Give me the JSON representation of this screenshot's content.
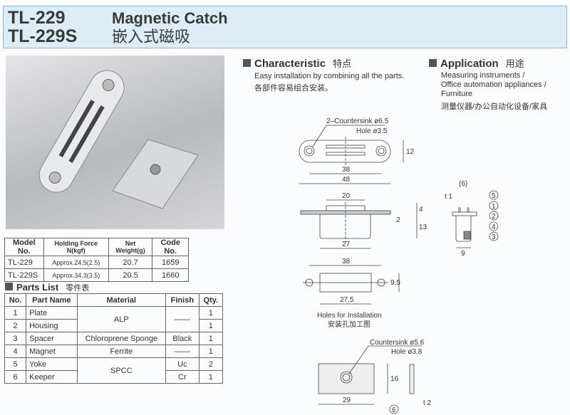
{
  "header": {
    "model1": "TL-229",
    "model2": "TL-229S",
    "title_en": "Magnetic Catch",
    "title_cn": "嵌入式磁吸"
  },
  "spec_table": {
    "headers": [
      "Model No.",
      "Holding Force N(kgf)",
      "Net Weight(g)",
      "Code No."
    ],
    "rows": [
      [
        "TL-229",
        "Approx.24.5(2.5)",
        "20.7",
        "1659"
      ],
      [
        "TL-229S",
        "Approx.34.3(3.5)",
        "20.5",
        "1660"
      ]
    ]
  },
  "parts": {
    "title": "Parts List",
    "title_cn": "零件表",
    "headers": [
      "No.",
      "Part Name",
      "Material",
      "Finish",
      "Qty."
    ],
    "rows": [
      [
        "1",
        "Plate",
        "ALP",
        "——",
        "1"
      ],
      [
        "2",
        "Housing",
        "",
        "",
        "1"
      ],
      [
        "3",
        "Spacer",
        "Chloroprene Sponge",
        "Black",
        "1"
      ],
      [
        "4",
        "Magnet",
        "Ferrite",
        "——",
        "1"
      ],
      [
        "5",
        "Yoke",
        "SPCC",
        "Uc",
        "2"
      ],
      [
        "6",
        "Keeper",
        "",
        "Cr",
        "1"
      ]
    ]
  },
  "characteristic": {
    "title": "Characteristic",
    "title_cn": "特点",
    "text_en": "Easy installation by combining all the parts.",
    "text_cn": "各部件容易组合安装。"
  },
  "application": {
    "title": "Application",
    "title_cn": "用途",
    "lines": [
      "Measuring instruments /",
      "Office automation appliances /",
      "Furniture"
    ],
    "text_cn": "测量仪器/办公自动化设备/家具"
  },
  "drawing": {
    "cs1": "2–Countersink ø6.5",
    "hole1": "Hole ø3.5",
    "d38": "38",
    "d48": "48",
    "d12": "12",
    "d20": "20",
    "d27": "27",
    "d4": "4",
    "d2": "2",
    "d13": "13",
    "p6": "(6)",
    "t1": "t 1",
    "d9": "9",
    "callouts": [
      "5",
      "1",
      "2",
      "4",
      "3"
    ],
    "h38": "38",
    "h275": "27.5",
    "h95": "9.5",
    "holes_en": "Holes for Installation",
    "holes_cn": "安装孔加工图",
    "cs2": "Countersink ø5.6",
    "hole2": "Hole ø3.8",
    "k16": "16",
    "k29": "29",
    "k6": "6",
    "t2": "t 2"
  }
}
